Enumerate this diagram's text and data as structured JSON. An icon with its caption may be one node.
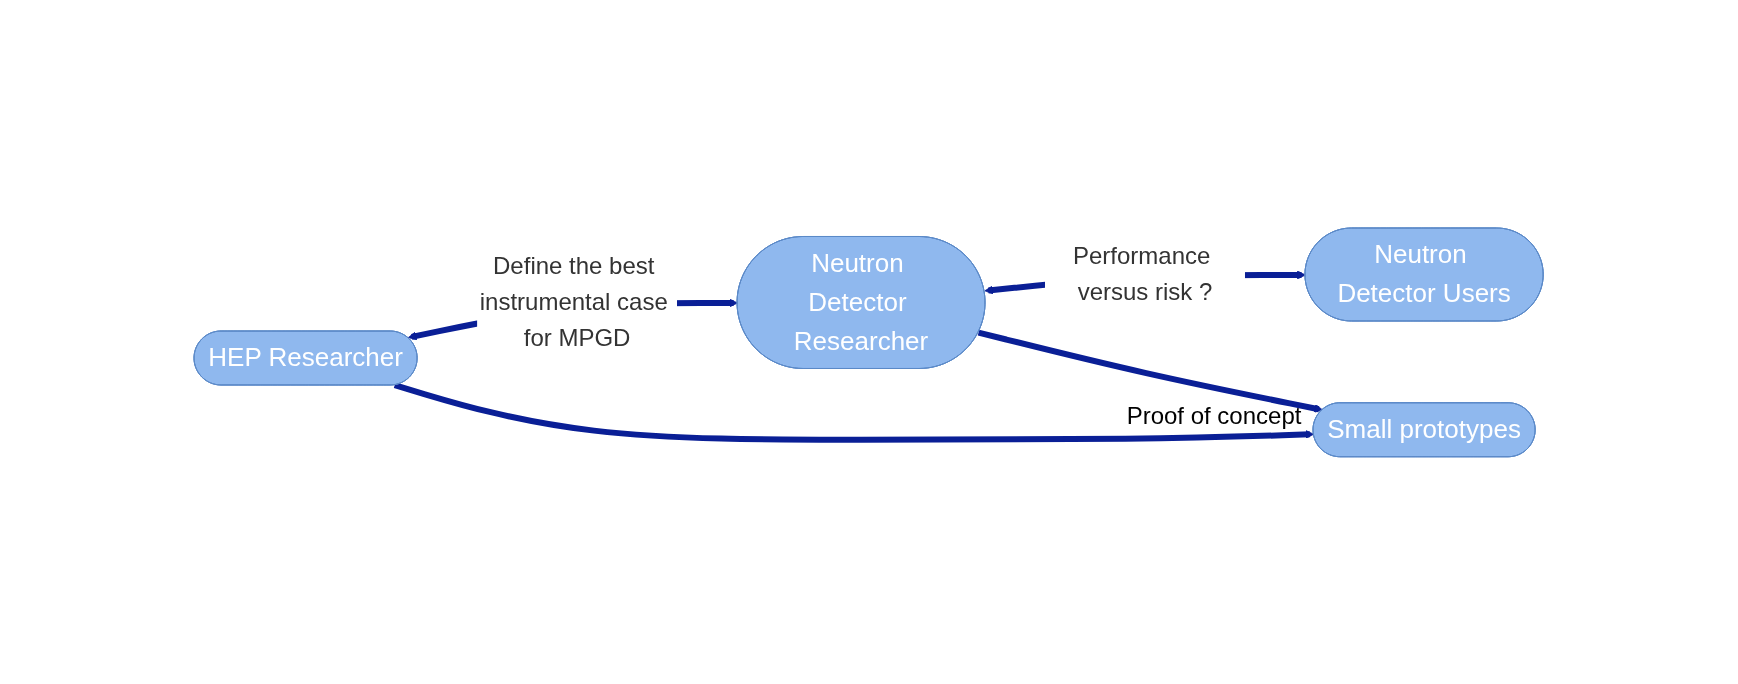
{
  "diagram": {
    "nodes": [
      {
        "text": [
          "HEP Researcher"
        ]
      },
      {
        "text": [
          "Neutron Detector Researcher"
        ]
      },
      {
        "text": [
          "Neutron Detector Users"
        ]
      },
      {
        "text": [
          "Small prototypes"
        ],
        "beside": [
          "Proof of concept"
        ]
      }
    ],
    "edges": [
      {
        "from": 0,
        "to": 1,
        "arrow": "both",
        "label": "Define the best instrumental case for MPGD"
      },
      {
        "from": 1,
        "to": 2,
        "arrow": "both",
        "label": "Performance versus risk ?"
      },
      {
        "from": 0,
        "to": 3,
        "arrow": "to"
      },
      {
        "from": 1,
        "to": 3,
        "arrow": "to"
      }
    ]
  }
}
